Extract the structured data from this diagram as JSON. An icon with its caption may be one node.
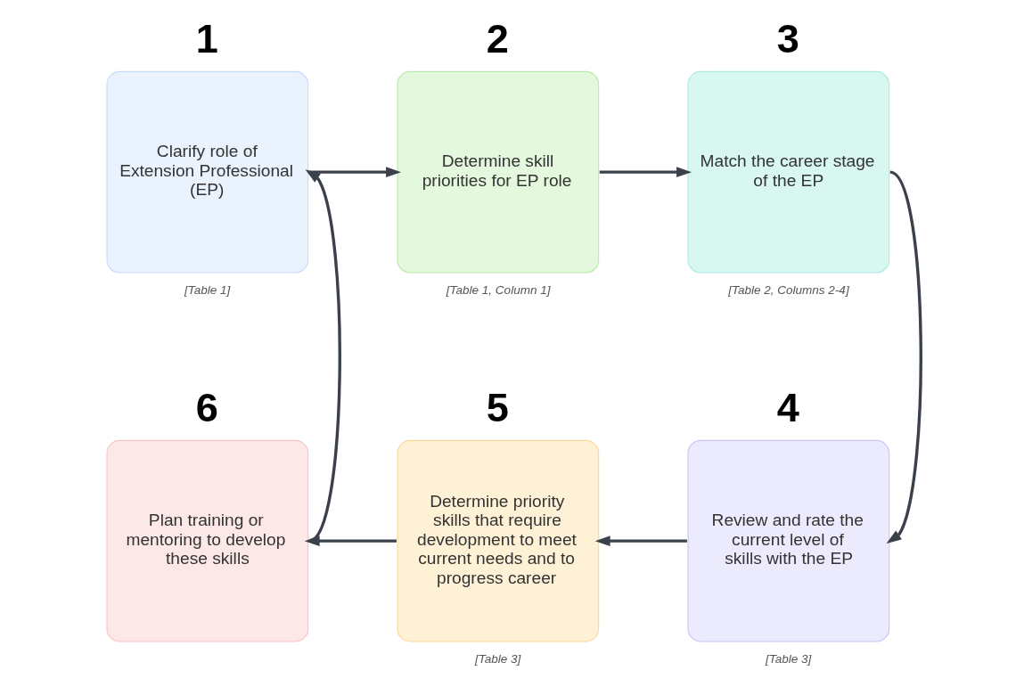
{
  "diagram": {
    "nodes": [
      {
        "text": [
          "1",
          "Clarify role of Extension Professional (EP)"
        ],
        "beside": [
          "[Table 1]"
        ]
      },
      {
        "text": [
          "2",
          "Determine skill priorities for EP role"
        ],
        "beside": [
          "[Table 1, Column 1]"
        ]
      },
      {
        "text": [
          "3",
          "Match the career stage of the EP"
        ],
        "beside": [
          "[Table 2, Columns 2-4]"
        ]
      },
      {
        "text": [
          "4",
          "Review and rate the current level of skills with the EP"
        ],
        "beside": [
          "[Table 3]"
        ]
      },
      {
        "text": [
          "5",
          "Determine priority skills that require development to meet current needs and to progress career"
        ],
        "beside": [
          "[Table 3]"
        ]
      },
      {
        "text": [
          "6",
          "Plan training or mentoring to develop these skills"
        ]
      }
    ],
    "edges": [
      {
        "from": 0,
        "to": 1,
        "arrow": "to"
      },
      {
        "from": 1,
        "to": 2,
        "arrow": "to"
      },
      {
        "from": 2,
        "to": 3,
        "arrow": "to"
      },
      {
        "from": 3,
        "to": 4,
        "arrow": "to"
      },
      {
        "from": 4,
        "to": 5,
        "arrow": "to"
      },
      {
        "from": 5,
        "to": 0,
        "arrow": "to"
      }
    ]
  }
}
